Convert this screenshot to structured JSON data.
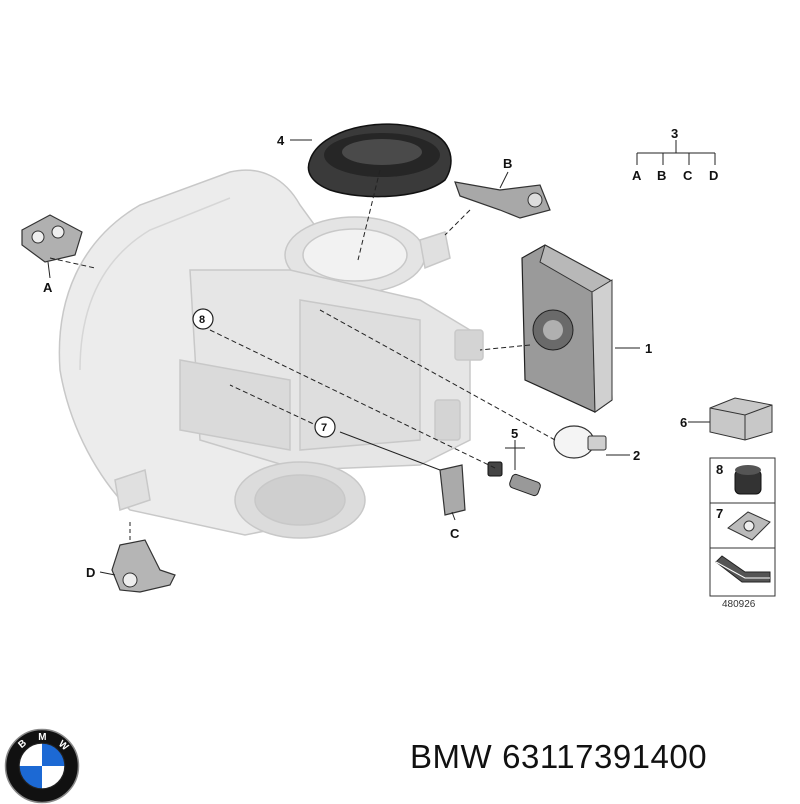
{
  "diagram": {
    "labels": {
      "part1": "1",
      "part2": "2",
      "part3": "3",
      "part4": "4",
      "part5": "5",
      "part6": "6",
      "part7": "7",
      "part8": "8",
      "a": "A",
      "b": "B",
      "c": "C",
      "d": "D"
    },
    "legend_tree": {
      "root": "3",
      "children": [
        "A",
        "B",
        "C",
        "D"
      ]
    },
    "side_panel": {
      "items": [
        "8",
        "7"
      ],
      "diagram_id": "480926"
    }
  },
  "footer": {
    "brand": "BMW",
    "part_number": "63117391400"
  },
  "logo": {
    "letters": "BMW",
    "colors": {
      "blue": "#1c69d4",
      "white": "#ffffff",
      "black": "#111111",
      "ring": "#222222"
    }
  }
}
